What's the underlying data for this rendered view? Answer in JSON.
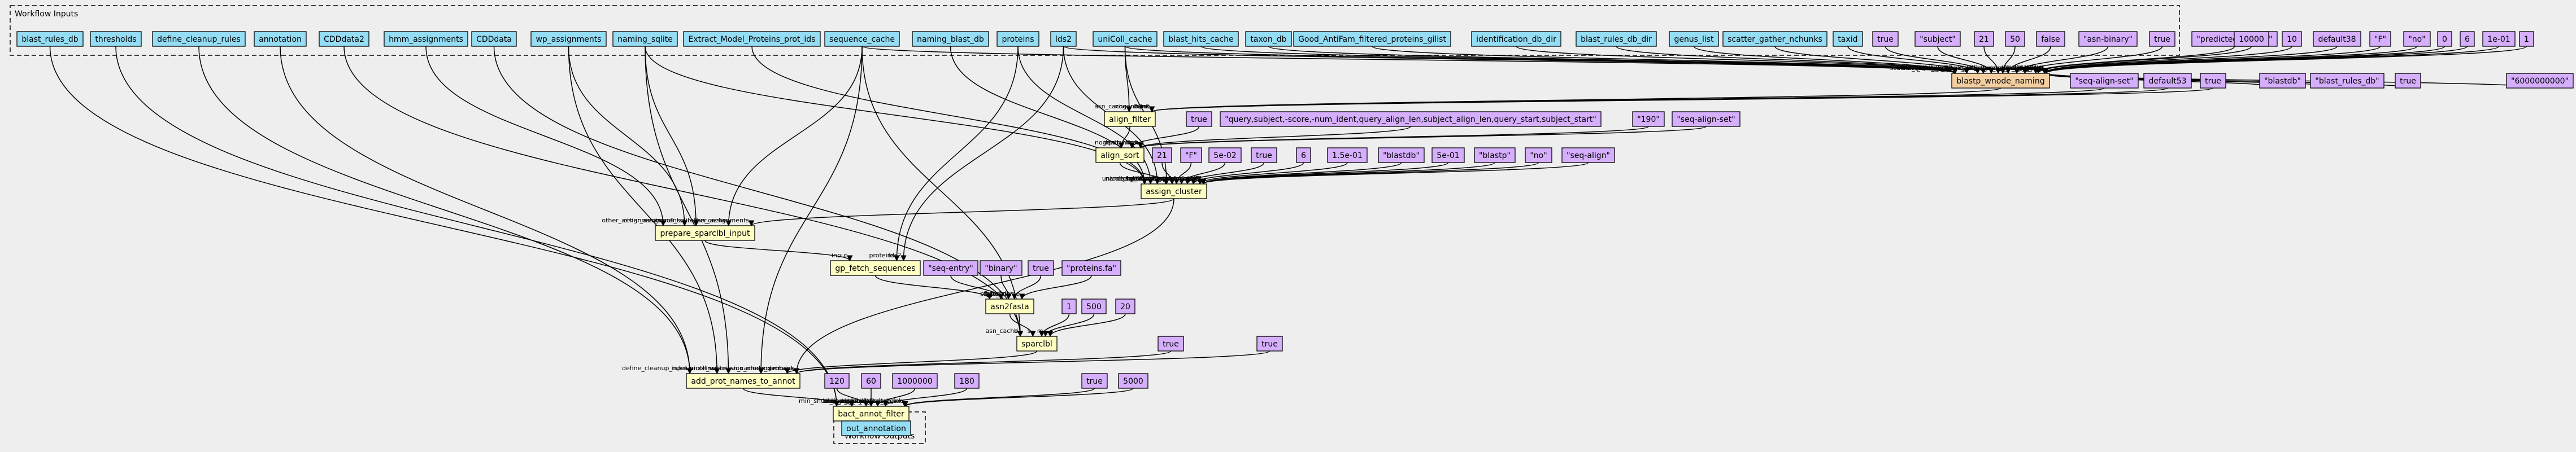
{
  "clusters": {
    "inputs_label": "Workflow Inputs",
    "outputs_label": "Workflow Outputs"
  },
  "colors": {
    "input": "#94ddf4",
    "step": "#ffffc4",
    "main_step": "#f3cea1",
    "param": "#d5aefc",
    "output": "#94ddf4",
    "background": "#eeeeee"
  },
  "nodes": [
    {
      "id": "in_blast_rules_db",
      "label": "blast_rules_db",
      "kind": "input"
    },
    {
      "id": "in_thresholds",
      "label": "thresholds",
      "kind": "input"
    },
    {
      "id": "in_define_cleanup_rules",
      "label": "define_cleanup_rules",
      "kind": "input"
    },
    {
      "id": "in_annotation",
      "label": "annotation",
      "kind": "input"
    },
    {
      "id": "in_CDDdata2",
      "label": "CDDdata2",
      "kind": "input"
    },
    {
      "id": "in_hmm_assignments",
      "label": "hmm_assignments",
      "kind": "input"
    },
    {
      "id": "in_CDDdata",
      "label": "CDDdata",
      "kind": "input"
    },
    {
      "id": "in_wp_assignments",
      "label": "wp_assignments",
      "kind": "input"
    },
    {
      "id": "in_naming_sqlite",
      "label": "naming_sqlite",
      "kind": "input"
    },
    {
      "id": "in_Extract_Model_Proteins_prot_ids",
      "label": "Extract_Model_Proteins_prot_ids",
      "kind": "input"
    },
    {
      "id": "in_sequence_cache",
      "label": "sequence_cache",
      "kind": "input"
    },
    {
      "id": "in_naming_blast_db",
      "label": "naming_blast_db",
      "kind": "input"
    },
    {
      "id": "in_proteins",
      "label": "proteins",
      "kind": "input"
    },
    {
      "id": "in_lds2",
      "label": "lds2",
      "kind": "input"
    },
    {
      "id": "in_uniColl_cache",
      "label": "uniColl_cache",
      "kind": "input"
    },
    {
      "id": "in_blast_hits_cache",
      "label": "blast_hits_cache",
      "kind": "input"
    },
    {
      "id": "in_taxon_db",
      "label": "taxon_db",
      "kind": "input"
    },
    {
      "id": "in_Good_AntiFam",
      "label": "Good_AntiFam_filtered_proteins_gilist",
      "kind": "input"
    },
    {
      "id": "in_identification_db_dir",
      "label": "identification_db_dir",
      "kind": "input"
    },
    {
      "id": "in_blast_rules_db_dir",
      "label": "blast_rules_db_dir",
      "kind": "input"
    },
    {
      "id": "in_genus_list",
      "label": "genus_list",
      "kind": "input"
    },
    {
      "id": "in_scatter_gather_nchunks",
      "label": "scatter_gather_nchunks",
      "kind": "input"
    },
    {
      "id": "in_taxid",
      "label": "taxid",
      "kind": "input"
    },
    {
      "id": "p_true_1",
      "label": "true",
      "kind": "param"
    },
    {
      "id": "p_subject",
      "label": "\"subject\"",
      "kind": "param"
    },
    {
      "id": "p_21_a",
      "label": "21",
      "kind": "param"
    },
    {
      "id": "p_50",
      "label": "50",
      "kind": "param"
    },
    {
      "id": "p_false",
      "label": "false",
      "kind": "param"
    },
    {
      "id": "p_asn_binary",
      "label": "\"asn-binary\"",
      "kind": "param"
    },
    {
      "id": "p_true_2",
      "label": "true",
      "kind": "param"
    },
    {
      "id": "p_predicted_protein",
      "label": "\"predicted-protein\"",
      "kind": "param"
    },
    {
      "id": "p_10000",
      "label": "10000",
      "kind": "param"
    },
    {
      "id": "p_default38",
      "label": "default38",
      "kind": "param"
    },
    {
      "id": "p_F_a",
      "label": "\"F\"",
      "kind": "param"
    },
    {
      "id": "p_10",
      "label": "10",
      "kind": "param"
    },
    {
      "id": "p_no",
      "label": "\"no\"",
      "kind": "param"
    },
    {
      "id": "p_0",
      "label": "0",
      "kind": "param"
    },
    {
      "id": "p_6_a",
      "label": "6",
      "kind": "param"
    },
    {
      "id": "p_1e01",
      "label": "1e-01",
      "kind": "param"
    },
    {
      "id": "p_1",
      "label": "1",
      "kind": "param"
    },
    {
      "id": "p_6000000000",
      "label": "\"6000000000\"",
      "kind": "param"
    },
    {
      "id": "p_blastdb_a",
      "label": "\"blastdb\"",
      "kind": "param"
    },
    {
      "id": "p_blast_rules_db",
      "label": "\"blast_rules_db\"",
      "kind": "param"
    },
    {
      "id": "p_true_3",
      "label": "true",
      "kind": "param"
    },
    {
      "id": "s_blastp_wnode_naming",
      "label": "blastp_wnode_naming",
      "kind": "main_step"
    },
    {
      "id": "p_seq_align_set_a",
      "label": "\"seq-align-set\"",
      "kind": "param"
    },
    {
      "id": "p_default53",
      "label": "default53",
      "kind": "param"
    },
    {
      "id": "p_true_4",
      "label": "true",
      "kind": "param"
    },
    {
      "id": "s_align_filter",
      "label": "align_filter",
      "kind": "step"
    },
    {
      "id": "p_true_5",
      "label": "true",
      "kind": "param"
    },
    {
      "id": "p_query_cols",
      "label": "\"query,subject,-score,-num_ident,query_align_len,subject_align_len,query_start,subject_start\"",
      "kind": "param"
    },
    {
      "id": "p_190",
      "label": "\"190\"",
      "kind": "param"
    },
    {
      "id": "p_seq_align_set_b",
      "label": "\"seq-align-set\"",
      "kind": "param"
    },
    {
      "id": "s_align_sort",
      "label": "align_sort",
      "kind": "step"
    },
    {
      "id": "p_21_b",
      "label": "21",
      "kind": "param"
    },
    {
      "id": "p_F_b",
      "label": "\"F\"",
      "kind": "param"
    },
    {
      "id": "p_5e02",
      "label": "5e-02",
      "kind": "param"
    },
    {
      "id": "p_true_6",
      "label": "true",
      "kind": "param"
    },
    {
      "id": "p_6_b",
      "label": "6",
      "kind": "param"
    },
    {
      "id": "p_15e01",
      "label": "1.5e-01",
      "kind": "param"
    },
    {
      "id": "p_blastdb_b",
      "label": "\"blastdb\"",
      "kind": "param"
    },
    {
      "id": "p_5e01",
      "label": "5e-01",
      "kind": "param"
    },
    {
      "id": "p_blastp",
      "label": "\"blastp\"",
      "kind": "param"
    },
    {
      "id": "p_no_b",
      "label": "\"no\"",
      "kind": "param"
    },
    {
      "id": "p_seq_align",
      "label": "\"seq-align\"",
      "kind": "param"
    },
    {
      "id": "s_assign_cluster",
      "label": "assign_cluster",
      "kind": "step"
    },
    {
      "id": "s_prepare_sparclbl_input",
      "label": "prepare_sparclbl_input",
      "kind": "step"
    },
    {
      "id": "s_gp_fetch_sequences",
      "label": "gp_fetch_sequences",
      "kind": "step"
    },
    {
      "id": "p_seq_entry",
      "label": "\"seq-entry\"",
      "kind": "param"
    },
    {
      "id": "p_binary",
      "label": "\"binary\"",
      "kind": "param"
    },
    {
      "id": "p_true_7",
      "label": "true",
      "kind": "param"
    },
    {
      "id": "p_proteins_fa",
      "label": "\"proteins.fa\"",
      "kind": "param"
    },
    {
      "id": "s_asn2fasta",
      "label": "asn2fasta",
      "kind": "step"
    },
    {
      "id": "p_1_b",
      "label": "1",
      "kind": "param"
    },
    {
      "id": "p_500",
      "label": "500",
      "kind": "param"
    },
    {
      "id": "p_20",
      "label": "20",
      "kind": "param"
    },
    {
      "id": "s_sparclbl",
      "label": "sparclbl",
      "kind": "step"
    },
    {
      "id": "p_true_8",
      "label": "true",
      "kind": "param"
    },
    {
      "id": "p_true_9",
      "label": "true",
      "kind": "param"
    },
    {
      "id": "s_add_prot_names_to_annot",
      "label": "add_prot_names_to_annot",
      "kind": "step"
    },
    {
      "id": "p_120",
      "label": "120",
      "kind": "param"
    },
    {
      "id": "p_60",
      "label": "60",
      "kind": "param"
    },
    {
      "id": "p_1000000",
      "label": "1000000",
      "kind": "param"
    },
    {
      "id": "p_180",
      "label": "180",
      "kind": "param"
    },
    {
      "id": "p_true_10",
      "label": "true",
      "kind": "param"
    },
    {
      "id": "p_5000",
      "label": "5000",
      "kind": "param"
    },
    {
      "id": "s_bact_annot_filter",
      "label": "bact_annot_filter",
      "kind": "step"
    },
    {
      "id": "out_annotation",
      "label": "out_annotation",
      "kind": "output"
    }
  ],
  "edges": [
    {
      "from": "in_blast_rules_db",
      "to": "s_bact_annot_filter",
      "label": ""
    },
    {
      "from": "in_thresholds",
      "to": "s_bact_annot_filter",
      "label": "thr"
    },
    {
      "from": "in_define_cleanup_rules",
      "to": "s_add_prot_names_to_annot",
      "label": "define_cleanup_rules"
    },
    {
      "from": "in_annotation",
      "to": "s_add_prot_names_to_annot",
      "label": "input"
    },
    {
      "from": "in_CDDdata2",
      "to": "s_sparclbl",
      "label": "d"
    },
    {
      "from": "in_hmm_assignments",
      "to": "s_prepare_sparclbl_input",
      "label": "other_assignments"
    },
    {
      "from": "in_CDDdata",
      "to": "s_sparclbl",
      "label": "b"
    },
    {
      "from": "in_wp_assignments",
      "to": "s_prepare_sparclbl_input",
      "label": "other_assignments"
    },
    {
      "from": "in_wp_assignments",
      "to": "s_add_prot_names_to_annot",
      "label": "proteins"
    },
    {
      "from": "in_naming_sqlite",
      "to": "s_prepare_sparclbl_input",
      "label": "unicoll_sqlite"
    },
    {
      "from": "in_naming_sqlite",
      "to": "s_assign_cluster",
      "label": "unicoll_sqlite"
    },
    {
      "from": "in_naming_sqlite",
      "to": "s_add_prot_names_to_annot",
      "label": "unicoll_sqlite"
    },
    {
      "from": "in_Extract_Model_Proteins_prot_ids",
      "to": "s_assign_cluster",
      "label": "input"
    },
    {
      "from": "in_sequence_cache",
      "to": "s_blastp_wnode_naming",
      "label": "asn_cache"
    },
    {
      "from": "in_sequence_cache",
      "to": "s_add_prot_names_to_annot",
      "label": "asn_cache"
    },
    {
      "from": "in_sequence_cache",
      "to": "s_prepare_sparclbl_input",
      "label": "asn_cache"
    },
    {
      "from": "in_sequence_cache",
      "to": "s_sparclbl",
      "label": "asn_cache"
    },
    {
      "from": "in_naming_blast_db",
      "to": "s_assign_cluster",
      "label": "namedb_dir"
    },
    {
      "from": "in_proteins",
      "to": "s_gp_fetch_sequences",
      "label": "proteins"
    },
    {
      "from": "in_proteins",
      "to": "s_assign_cluster",
      "label": "proteins"
    },
    {
      "from": "in_lds2",
      "to": "s_gp_fetch_sequences",
      "label": "lds2"
    },
    {
      "from": "in_lds2",
      "to": "s_assign_cluster",
      "label": "lds2"
    },
    {
      "from": "in_lds2",
      "to": "s_blastp_wnode_naming",
      "label": "lds2"
    },
    {
      "from": "in_uniColl_cache",
      "to": "s_blastp_wnode_naming",
      "label": "asn_cache"
    },
    {
      "from": "in_uniColl_cache",
      "to": "s_align_filter",
      "label": "asn_cache"
    },
    {
      "from": "in_uniColl_cache",
      "to": "s_assign_cluster",
      "label": "asn_cache"
    },
    {
      "from": "in_blast_hits_cache",
      "to": "s_blastp_wnode_naming",
      "label": "blast_hits_cache"
    },
    {
      "from": "in_taxon_db",
      "to": "s_blastp_wnode_naming",
      "label": "taxon_db"
    },
    {
      "from": "in_Good_AntiFam",
      "to": "s_blastp_wnode_naming",
      "label": "gilist"
    },
    {
      "from": "in_identification_db_dir",
      "to": "s_blastp_wnode_naming",
      "label": "blastdb_dir"
    },
    {
      "from": "in_blast_rules_db_dir",
      "to": "s_blastp_wnode_naming",
      "label": "blastdb_dir"
    },
    {
      "from": "in_genus_list",
      "to": "s_blastp_wnode_naming",
      "label": "genus_list"
    },
    {
      "from": "in_scatter_gather_nchunks",
      "to": "s_blastp_wnode_naming",
      "label": "scatter_gather_nchunks"
    },
    {
      "from": "in_taxid",
      "to": "s_blastp_wnode_naming",
      "label": "taxid"
    },
    {
      "from": "p_true_1",
      "to": "s_blastp_wnode_naming",
      "label": "allow_intersection"
    },
    {
      "from": "p_subject",
      "to": "s_blastp_wnode_naming",
      "label": "affinity"
    },
    {
      "from": "p_21_a",
      "to": "s_blastp_wnode_naming",
      "label": "threshold"
    },
    {
      "from": "p_50",
      "to": "s_blastp_wnode_naming",
      "label": "max_target_seqs"
    },
    {
      "from": "p_false",
      "to": "s_blastp_wnode_naming",
      "label": "no_merge"
    },
    {
      "from": "p_asn_binary",
      "to": "s_blastp_wnode_naming",
      "label": "ofmt"
    },
    {
      "from": "p_true_2",
      "to": "s_blastp_wnode_naming",
      "label": "nogenbank"
    },
    {
      "from": "p_predicted_protein",
      "to": "s_blastp_wnode_naming",
      "label": "blast_type"
    },
    {
      "from": "p_10000",
      "to": "s_blastp_wnode_naming",
      "label": "max_batch_length"
    },
    {
      "from": "p_default38",
      "to": "s_blastp_wnode_naming",
      "label": "align_filter"
    },
    {
      "from": "p_F_a",
      "to": "s_blastp_wnode_naming",
      "label": "comp_based_stats"
    },
    {
      "from": "p_10",
      "to": "s_blastp_wnode_naming",
      "label": "top_by_score"
    },
    {
      "from": "p_no",
      "to": "s_blastp_wnode_naming",
      "label": "seg"
    },
    {
      "from": "p_0",
      "to": "s_blastp_wnode_naming",
      "label": "delay"
    },
    {
      "from": "p_6_a",
      "to": "s_blastp_wnode_naming",
      "label": "word_size"
    },
    {
      "from": "p_1e01",
      "to": "s_blastp_wnode_naming",
      "label": "evalue"
    },
    {
      "from": "p_1",
      "to": "s_blastp_wnode_naming",
      "label": "max_jobs"
    },
    {
      "from": "p_6000000000",
      "to": "s_blastp_wnode_naming",
      "label": "dbsize"
    },
    {
      "from": "p_blastdb_a",
      "to": "s_blastp_wnode_naming",
      "label": "blastdb"
    },
    {
      "from": "p_blast_rules_db",
      "to": "s_blastp_wnode_naming",
      "label": "blastdb"
    },
    {
      "from": "p_true_3",
      "to": "s_blastp_wnode_naming",
      "label": "compart"
    },
    {
      "from": "s_blastp_wnode_naming",
      "to": "s_align_filter",
      "label": "input"
    },
    {
      "from": "p_seq_align_set_a",
      "to": "s_align_filter",
      "label": "ifmt"
    },
    {
      "from": "p_default53",
      "to": "s_align_filter",
      "label": "filter"
    },
    {
      "from": "p_true_4",
      "to": "s_align_filter",
      "label": "nogenbank"
    },
    {
      "from": "s_align_filter",
      "to": "s_align_sort",
      "label": "input"
    },
    {
      "from": "p_true_5",
      "to": "s_align_sort",
      "label": "nogenbank"
    },
    {
      "from": "p_query_cols",
      "to": "s_align_sort",
      "label": "k"
    },
    {
      "from": "p_190",
      "to": "s_align_sort",
      "label": "limit_mem"
    },
    {
      "from": "p_seq_align_set_b",
      "to": "s_align_sort",
      "label": "ifmt"
    },
    {
      "from": "s_align_sort",
      "to": "s_assign_cluster",
      "label": "hits"
    },
    {
      "from": "p_21_b",
      "to": "s_assign_cluster",
      "label": "threshold"
    },
    {
      "from": "p_F_b",
      "to": "s_assign_cluster",
      "label": "comp_based_stats"
    },
    {
      "from": "p_5e02",
      "to": "s_assign_cluster",
      "label": "margin"
    },
    {
      "from": "p_true_6",
      "to": "s_assign_cluster",
      "label": "nogenbank"
    },
    {
      "from": "p_6_b",
      "to": "s_assign_cluster",
      "label": "word_size"
    },
    {
      "from": "p_15e01",
      "to": "s_assign_cluster",
      "label": "pure_cutoff"
    },
    {
      "from": "p_blastdb_b",
      "to": "s_assign_cluster",
      "label": "namedb"
    },
    {
      "from": "p_5e01",
      "to": "s_assign_cluster",
      "label": "cutoff"
    },
    {
      "from": "p_blastp",
      "to": "s_assign_cluster",
      "label": "task"
    },
    {
      "from": "p_no_b",
      "to": "s_assign_cluster",
      "label": "seg"
    },
    {
      "from": "p_seq_align",
      "to": "s_assign_cluster",
      "label": "ofmt"
    },
    {
      "from": "s_assign_cluster",
      "to": "s_prepare_sparclbl_input",
      "label": "other_assignments"
    },
    {
      "from": "s_assign_cluster",
      "to": "s_add_prot_names_to_annot",
      "label": "proteins"
    },
    {
      "from": "s_prepare_sparclbl_input",
      "to": "s_gp_fetch_sequences",
      "label": "input"
    },
    {
      "from": "s_gp_fetch_sequences",
      "to": "s_asn2fasta",
      "label": "i"
    },
    {
      "from": "p_seq_entry",
      "to": "s_asn2fasta",
      "label": "type"
    },
    {
      "from": "p_binary",
      "to": "s_asn2fasta",
      "label": "serial"
    },
    {
      "from": "p_true_7",
      "to": "s_asn2fasta",
      "label": "prots_only"
    },
    {
      "from": "p_proteins_fa",
      "to": "s_asn2fasta",
      "label": "fasta_name"
    },
    {
      "from": "s_asn2fasta",
      "to": "s_sparclbl",
      "label": "s"
    },
    {
      "from": "p_1_b",
      "to": "s_sparclbl",
      "label": ""
    },
    {
      "from": "p_500",
      "to": "s_sparclbl",
      "label": "m"
    },
    {
      "from": "p_20",
      "to": "s_sparclbl",
      "label": ""
    },
    {
      "from": "s_sparclbl",
      "to": "s_add_prot_names_to_annot",
      "label": "proteins"
    },
    {
      "from": "p_true_8",
      "to": "s_add_prot_names_to_annot",
      "label": "submission_mode_genbank"
    },
    {
      "from": "p_true_9",
      "to": "s_add_prot_names_to_annot",
      "label": "nogenbank"
    },
    {
      "from": "s_add_prot_names_to_annot",
      "to": "s_bact_annot_filter",
      "label": "input"
    },
    {
      "from": "p_120",
      "to": "s_bact_annot_filter",
      "label": "max_overlap"
    },
    {
      "from": "p_60",
      "to": "s_bact_annot_filter",
      "label": "min_short_model_limit"
    },
    {
      "from": "p_1000000",
      "to": "s_bact_annot_filter",
      "label": "long_model_limit"
    },
    {
      "from": "p_180",
      "to": "s_bact_annot_filter",
      "label": "short_model_limit"
    },
    {
      "from": "p_true_10",
      "to": "s_bact_annot_filter",
      "label": "nogenbank"
    },
    {
      "from": "p_5000",
      "to": "s_bact_annot_filter",
      "label": "max_unannotated_region"
    },
    {
      "from": "s_bact_annot_filter",
      "to": "out_annotation",
      "label": ""
    }
  ]
}
